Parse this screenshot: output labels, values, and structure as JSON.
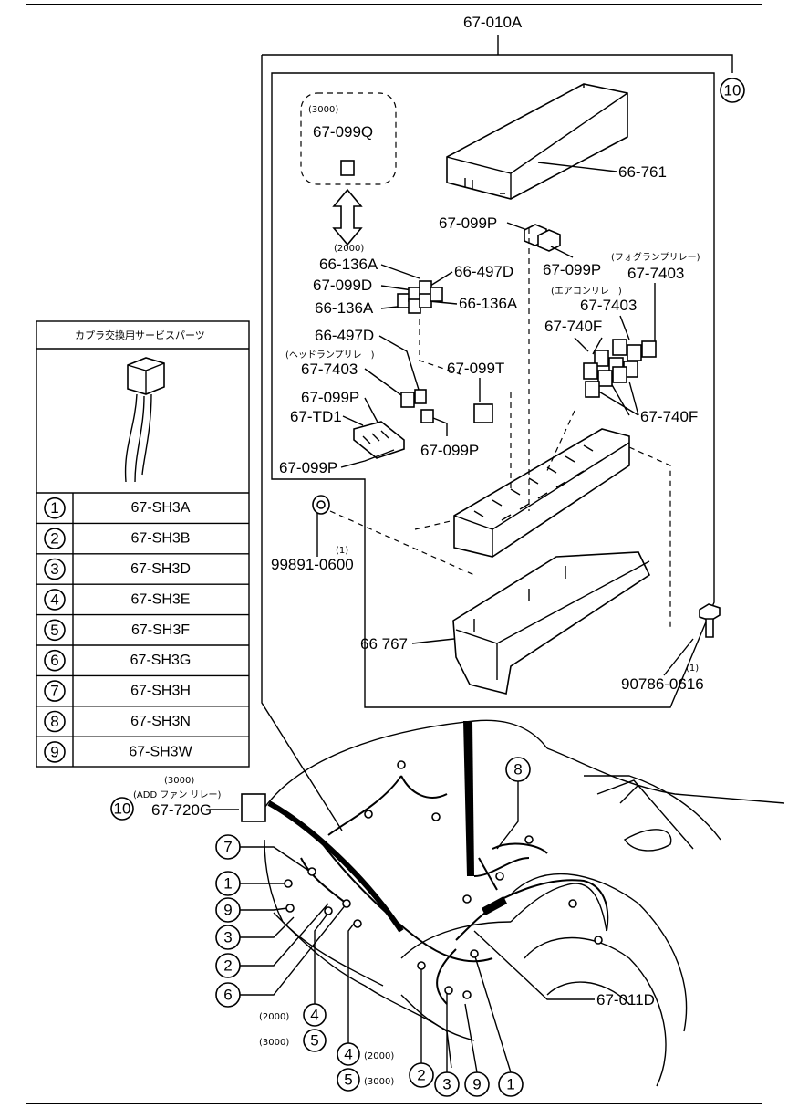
{
  "main_assembly": "67-010A",
  "labels": {
    "cover": "66-761",
    "relay_099p_top": "67-099P",
    "relay_099p_right": "67-099P",
    "option_3000": "(3000)",
    "relay_099q": "67-099Q",
    "option_2000": "(2000)",
    "fuse_136a_1": "66-136A",
    "relay_099d": "67-099D",
    "fuse_136a_2": "66-136A",
    "fuse_136a_3": "66-136A",
    "fuse_497d_1": "66-497D",
    "fog_relay_note": "(フォグランプリレー)",
    "fog_relay": "67-7403",
    "ac_relay_note": "(エアコンリレ　)",
    "ac_relay": "67-7403",
    "fuse_740f_1": "67-740F",
    "fuse_740f_2": "67-740F",
    "fuse_497d_2": "66-497D",
    "head_relay_note": "(ヘッドランプリレ　)",
    "head_relay": "67-7403",
    "relay_099p_left": "67-099P",
    "relay_td1": "67-TD1",
    "relay_099p_bottom": "67-099P",
    "relay_099t": "67-099T",
    "relay_099p_mid": "67-099P",
    "grommet": "99891-0600",
    "grommet_qty": "(1)",
    "box_lower": "66 767",
    "bolt": "90786-0616",
    "bolt_qty": "(1)",
    "fan_option": "(3000)",
    "fan_note": "(ADD ファン リレー)",
    "fan_relay": "67-720G",
    "harness": "67-011D",
    "opt_2000_a": "(2000)",
    "opt_3000_a": "(3000)",
    "opt_2000_b": "(2000)",
    "opt_3000_b": "(3000)"
  },
  "callouts": {
    "c10_top": "10",
    "c10_fan": "10",
    "c7": "7",
    "c1_left": "1",
    "c9_left": "9",
    "c3_left": "3",
    "c2_left": "2",
    "c6": "6",
    "c4_a": "4",
    "c5_a": "5",
    "c4_b": "4",
    "c5_b": "5",
    "c2_bot": "2",
    "c3_bot": "3",
    "c9_bot": "9",
    "c1_bot": "1",
    "c8": "8"
  },
  "service_table": {
    "title": "カプラ交換用サービスパーツ",
    "rows": [
      {
        "num": "1",
        "part": "67-SH3A"
      },
      {
        "num": "2",
        "part": "67-SH3B"
      },
      {
        "num": "3",
        "part": "67-SH3D"
      },
      {
        "num": "4",
        "part": "67-SH3E"
      },
      {
        "num": "5",
        "part": "67-SH3F"
      },
      {
        "num": "6",
        "part": "67-SH3G"
      },
      {
        "num": "7",
        "part": "67-SH3H"
      },
      {
        "num": "8",
        "part": "67-SH3N"
      },
      {
        "num": "9",
        "part": "67-SH3W"
      }
    ]
  }
}
